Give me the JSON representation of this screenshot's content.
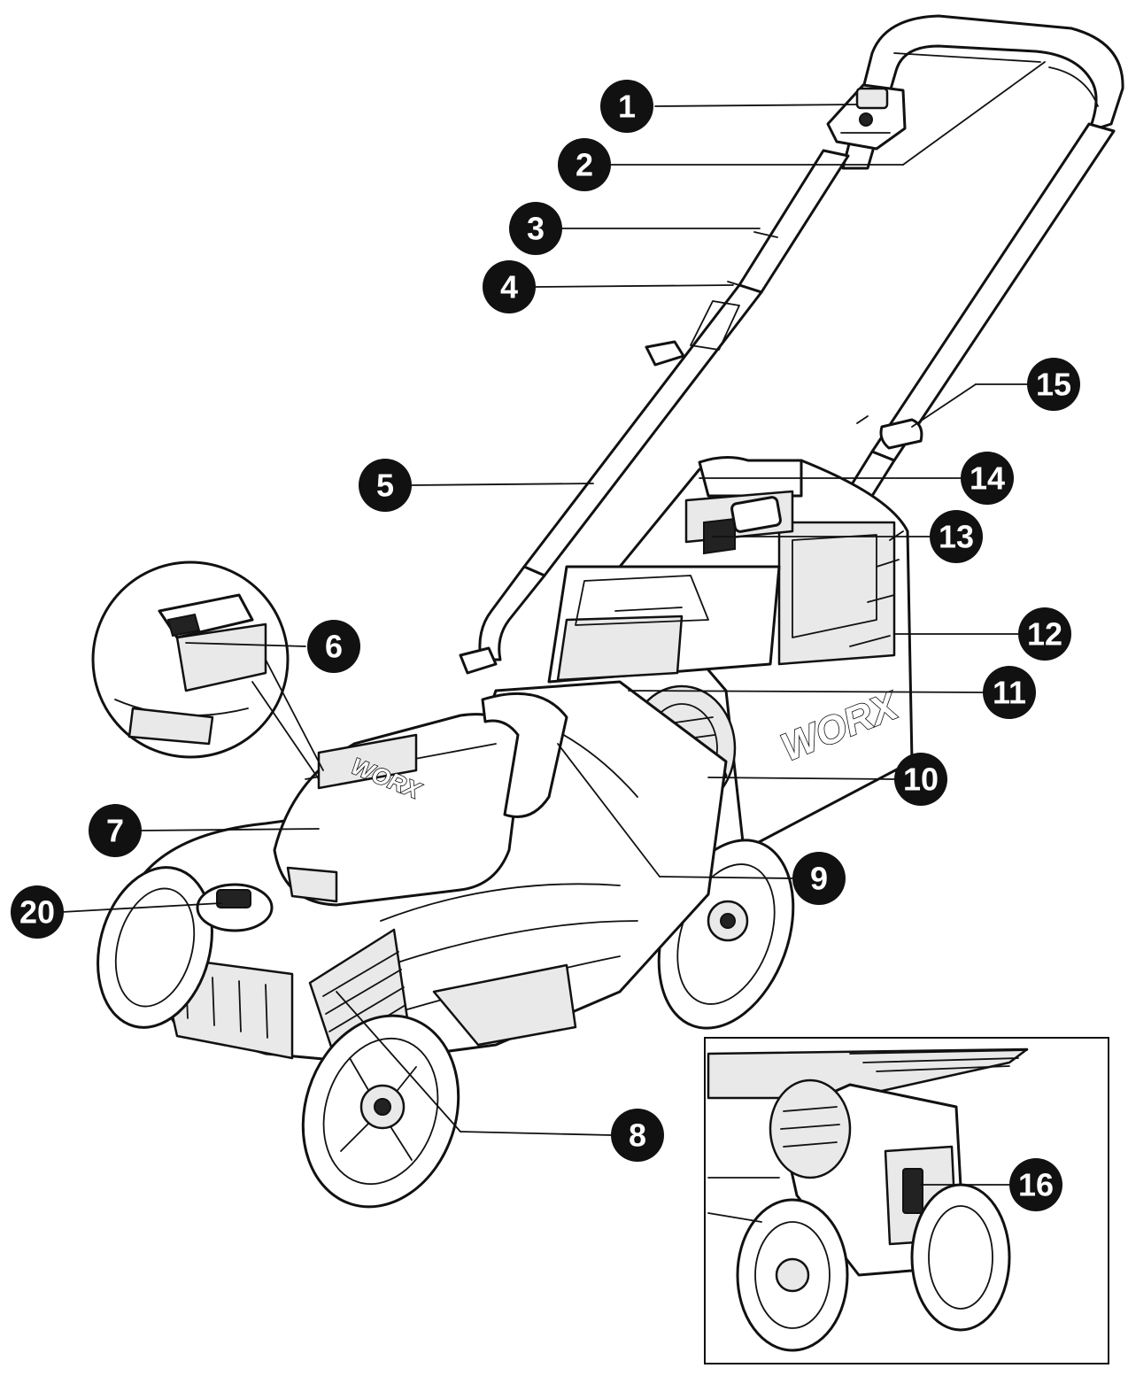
{
  "diagram": {
    "brand_logo": "WORX",
    "callouts": [
      {
        "number": "1"
      },
      {
        "number": "2"
      },
      {
        "number": "3"
      },
      {
        "number": "4"
      },
      {
        "number": "5"
      },
      {
        "number": "6"
      },
      {
        "number": "7"
      },
      {
        "number": "8"
      },
      {
        "number": "9"
      },
      {
        "number": "10"
      },
      {
        "number": "11"
      },
      {
        "number": "12"
      },
      {
        "number": "13"
      },
      {
        "number": "14"
      },
      {
        "number": "15"
      },
      {
        "number": "16"
      },
      {
        "number": "20"
      }
    ]
  }
}
